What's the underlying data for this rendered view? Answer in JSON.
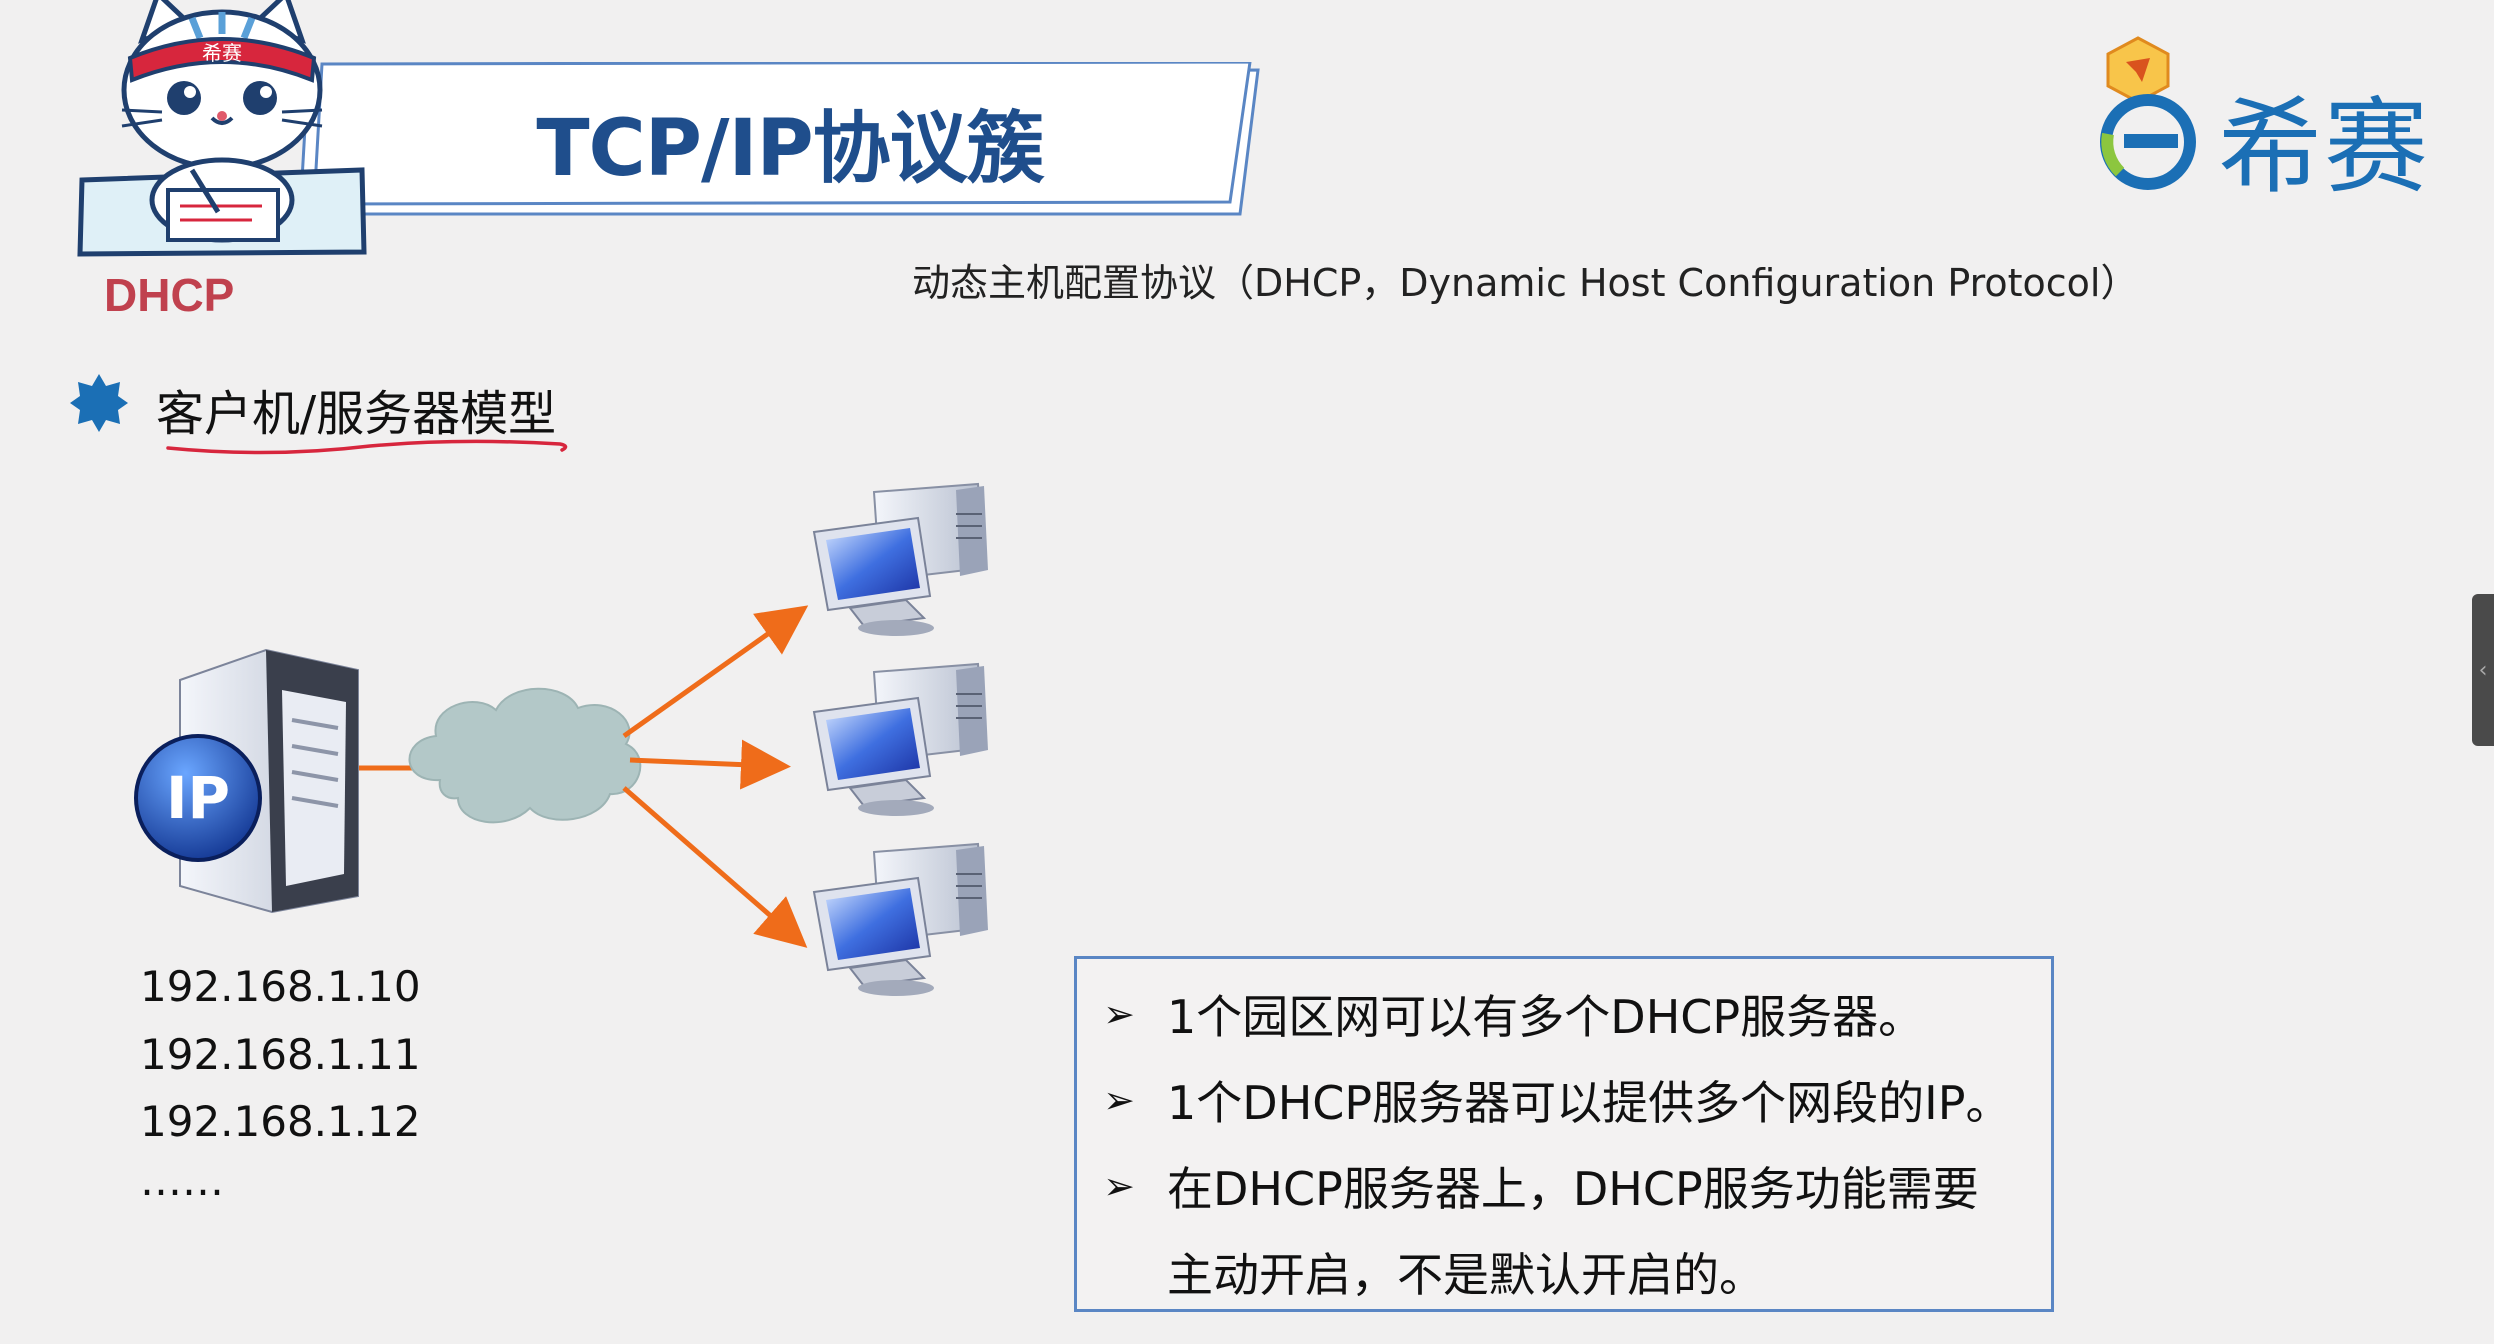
{
  "header": {
    "title": "TCP/IP协议簇",
    "topic": "DHCP",
    "subtitle": "动态主机配置协议（DHCP，Dynamic Host Configuration Protocol）",
    "logo_text": "希赛",
    "mascot_badge": "希赛"
  },
  "section": {
    "heading": "客户机/服务器模型"
  },
  "diagram": {
    "server_badge": "IP",
    "ip_list": [
      "192.168.1.10",
      "192.168.1.11",
      "192.168.1.12",
      "……"
    ]
  },
  "info": {
    "lines": [
      "1个园区网可以有多个DHCP服务器。",
      "1个DHCP服务器可以提供多个网段的IP。",
      "在DHCP服务器上，DHCP服务功能需要",
      "主动开启，不是默认开启的。"
    ],
    "arrow_icon": "➢"
  },
  "colors": {
    "title_blue": "#1f4e8c",
    "topic_red": "#c0414e",
    "arrow_orange": "#ef6c1a",
    "cloud": "#b3c8c8",
    "box_border": "#5a86c4"
  },
  "icons": [
    "star-bullet-icon",
    "server-icon",
    "cloud-icon",
    "client-computer-icon",
    "chevron-left-icon"
  ]
}
